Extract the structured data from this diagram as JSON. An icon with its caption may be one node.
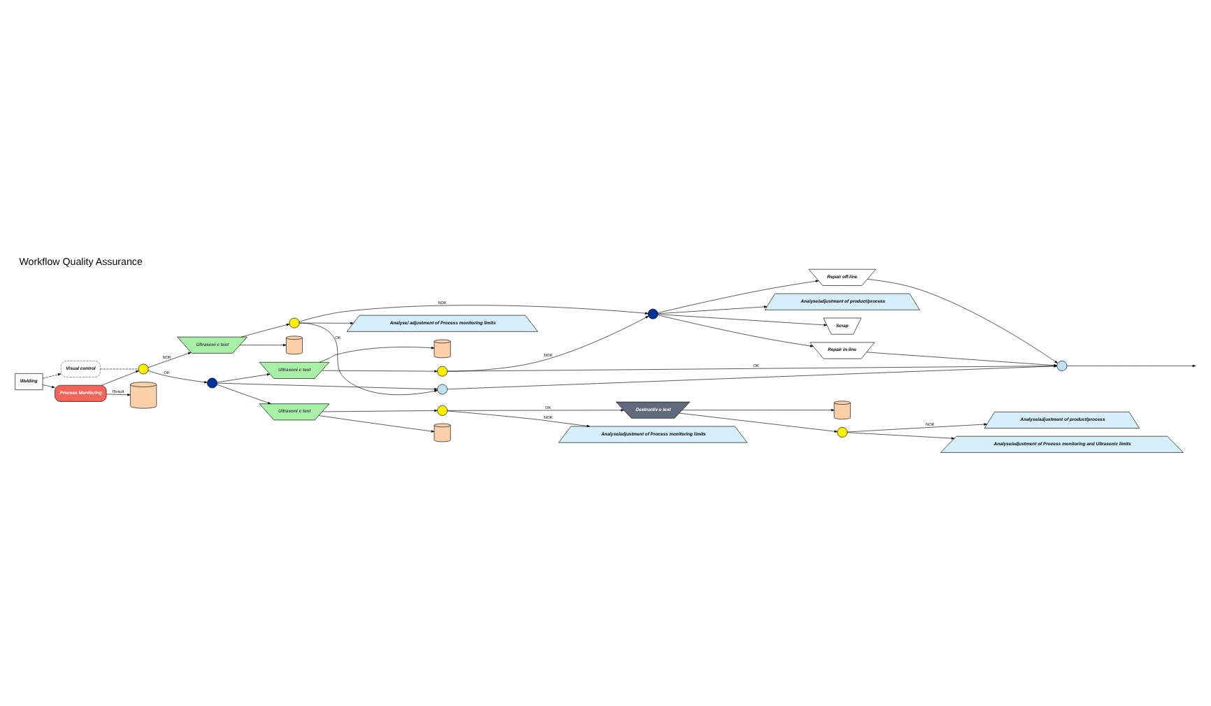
{
  "diagram": {
    "title": "Workflow Quality Assurance",
    "nodes": [
      {
        "text": [
          "Welding"
        ]
      },
      {
        "text": [
          "Visual control"
        ]
      },
      {
        "text": [
          "Process Monitoring"
        ]
      },
      {
        "text": [],
        "shape": "cylinder"
      },
      {
        "text": [],
        "shape": "circle"
      },
      {
        "text": [
          "Ultrasoni c test"
        ]
      },
      {
        "text": [],
        "shape": "cylinder"
      },
      {
        "text": [],
        "shape": "circle"
      },
      {
        "text": [],
        "shape": "circle"
      },
      {
        "text": [],
        "shape": "circle"
      },
      {
        "text": [
          "Analyse/ adjustment of Process monitoring limits"
        ]
      },
      {
        "text": [],
        "shape": "circle"
      },
      {
        "text": [
          "Analyse/adjustment of product/process"
        ]
      },
      {
        "text": [
          "Repair in-line"
        ]
      },
      {
        "text": [
          "Repair off-line"
        ]
      },
      {
        "text": [
          "Scrap"
        ]
      },
      {
        "text": [],
        "shape": "circle"
      },
      {
        "text": [
          "Ultrasoni c test"
        ]
      },
      {
        "text": [],
        "shape": "cylinder"
      },
      {
        "text": [],
        "shape": "circle"
      },
      {
        "text": [
          "Ultrasoni c test"
        ]
      },
      {
        "text": [],
        "shape": "cylinder"
      },
      {
        "text": [],
        "shape": "circle"
      },
      {
        "text": [
          "Destructiv e test"
        ]
      },
      {
        "text": [],
        "shape": "cylinder"
      },
      {
        "text": [],
        "shape": "circle"
      },
      {
        "text": [
          "Analyse/adjustment of Process monitoring limits"
        ]
      },
      {
        "text": [
          "Analyse/adjustment of product/process"
        ]
      },
      {
        "text": [
          "Analyse/adjustment of Process monitoring and Ultrasonic limits"
        ]
      }
    ],
    "edges": [
      {
        "from": 0,
        "to": 2,
        "arrow": "to"
      },
      {
        "from": 0,
        "to": 1,
        "arrow": "to",
        "style": "dashed"
      },
      {
        "from": 1,
        "to": 4,
        "arrow": "none",
        "style": "dashed"
      },
      {
        "from": 2,
        "to": 3,
        "arrow": "to",
        "label": "Result"
      },
      {
        "from": 2,
        "to": 4,
        "arrow": "to"
      },
      {
        "from": 4,
        "to": 5,
        "arrow": "to",
        "label": "NOK"
      },
      {
        "from": 4,
        "to": 8,
        "arrow": "to",
        "label": "OK"
      },
      {
        "from": 5,
        "to": 6,
        "arrow": "to"
      },
      {
        "from": 5,
        "to": 7,
        "arrow": "to"
      },
      {
        "from": 7,
        "to": 11,
        "arrow": "to",
        "label": "NOK"
      },
      {
        "from": 7,
        "to": 9,
        "arrow": "to",
        "label": "OK"
      },
      {
        "from": 7,
        "to": 10,
        "arrow": "to"
      },
      {
        "from": 8,
        "to": 9,
        "arrow": "to"
      },
      {
        "from": 9,
        "to": 16,
        "arrow": "to"
      },
      {
        "from": 11,
        "to": 12,
        "arrow": "to"
      },
      {
        "from": 11,
        "to": 13,
        "arrow": "to"
      },
      {
        "from": 11,
        "to": 14,
        "arrow": "to"
      },
      {
        "from": 11,
        "to": 15,
        "arrow": "to"
      },
      {
        "from": 13,
        "to": 16,
        "arrow": "to"
      },
      {
        "from": 14,
        "to": 16,
        "arrow": "to"
      },
      {
        "from": 16,
        "to": null,
        "arrow": "to"
      },
      {
        "from": 8,
        "to": 17,
        "arrow": "to"
      },
      {
        "from": 8,
        "to": 20,
        "arrow": "to"
      },
      {
        "from": 17,
        "to": 18,
        "arrow": "to"
      },
      {
        "from": 17,
        "to": 19,
        "arrow": "to"
      },
      {
        "from": 19,
        "to": 11,
        "arrow": "to",
        "label": "NOK"
      },
      {
        "from": 19,
        "to": 16,
        "arrow": "to",
        "label": "OK"
      },
      {
        "from": 20,
        "to": 21,
        "arrow": "to"
      },
      {
        "from": 20,
        "to": 22,
        "arrow": "to"
      },
      {
        "from": 22,
        "to": 23,
        "arrow": "to",
        "label": "OK"
      },
      {
        "from": 22,
        "to": 26,
        "arrow": "to",
        "label": "NOK"
      },
      {
        "from": 23,
        "to": 24,
        "arrow": "to"
      },
      {
        "from": 23,
        "to": 25,
        "arrow": "to"
      },
      {
        "from": 25,
        "to": 27,
        "arrow": "to",
        "label": "NOK"
      },
      {
        "from": 25,
        "to": 28,
        "arrow": "to"
      }
    ]
  }
}
